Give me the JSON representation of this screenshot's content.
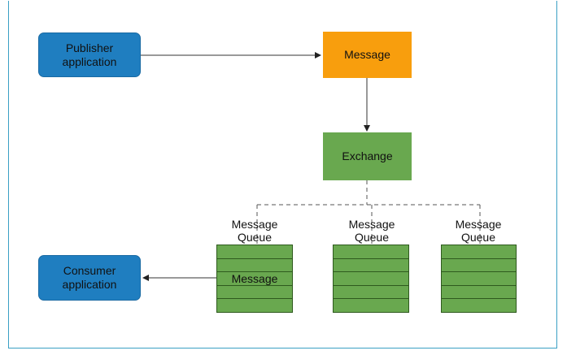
{
  "publisher": {
    "label": "Publisher\napplication"
  },
  "message": {
    "label": "Message"
  },
  "exchange": {
    "label": "Exchange"
  },
  "queues": [
    {
      "label": "Message\nQueue",
      "message": "Message"
    },
    {
      "label": "Message\nQueue"
    },
    {
      "label": "Message\nQueue"
    }
  ],
  "consumer": {
    "label": "Consumer\napplication"
  },
  "colors": {
    "app": "#1f7ec0",
    "message": "#f89e0d",
    "exchange": "#69a84f",
    "queue": "#69a84f",
    "frame": "#3aa0c4"
  }
}
